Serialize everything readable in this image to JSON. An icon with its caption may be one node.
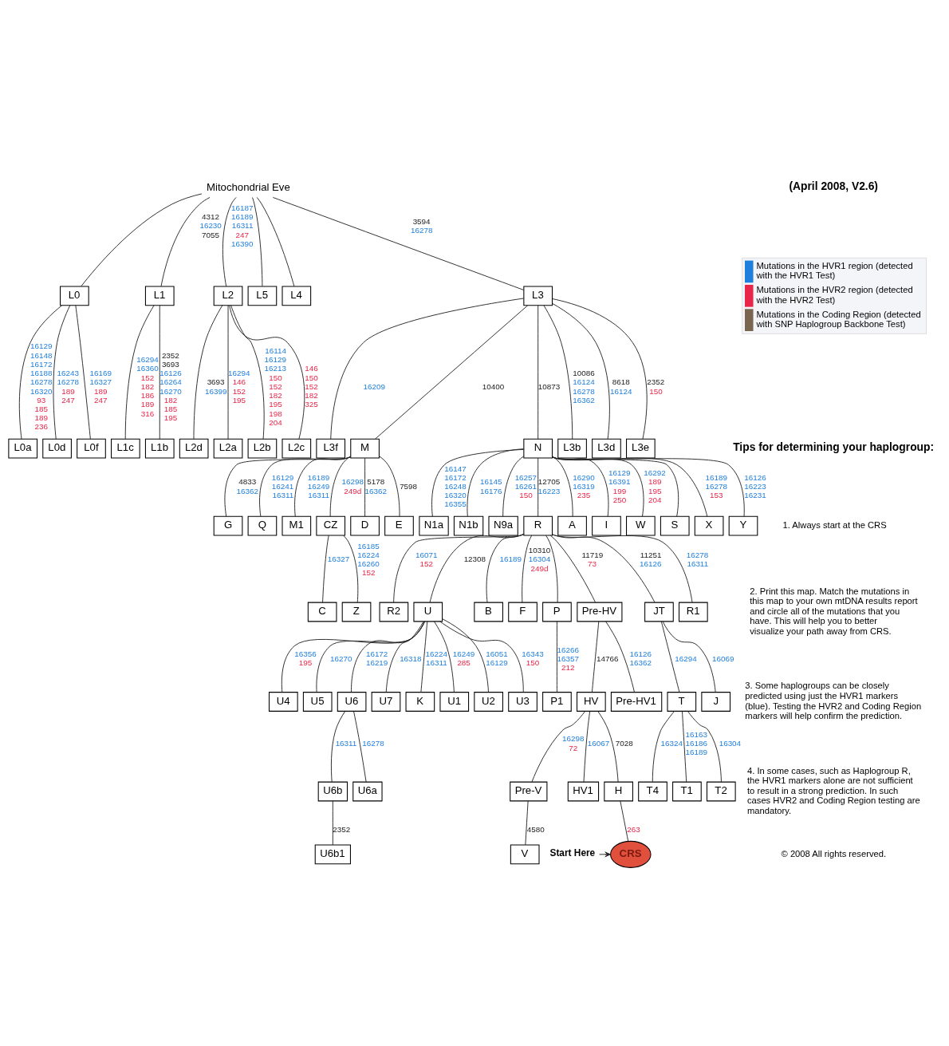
{
  "diagram": {
    "nodes": [
      {
        "text": [
          "Mitochondrial Eve"
        ]
      },
      {
        "text": [
          "L0"
        ]
      },
      {
        "text": [
          "L1"
        ]
      },
      {
        "text": [
          "L2"
        ]
      },
      {
        "text": [
          "L5"
        ]
      },
      {
        "text": [
          "L0a"
        ]
      },
      {
        "text": [
          "L0d"
        ]
      },
      {
        "text": [
          "L0f"
        ]
      },
      {
        "text": [
          "L2a"
        ]
      },
      {
        "text": [
          "L2b"
        ]
      },
      {
        "text": [
          "L2c"
        ]
      },
      {
        "text": [
          "L2d"
        ]
      },
      {
        "text": [
          "L4"
        ]
      },
      {
        "text": [
          "L3"
        ]
      },
      {
        "text": [
          "L1b"
        ]
      },
      {
        "text": [
          "L1c"
        ]
      },
      {
        "text": [
          "L3b"
        ]
      },
      {
        "text": [
          "L3d"
        ]
      },
      {
        "text": [
          "L3e"
        ]
      },
      {
        "text": [
          "L3f"
        ]
      },
      {
        "text": [
          "M1"
        ]
      },
      {
        "text": [
          "M"
        ]
      },
      {
        "text": [
          "N"
        ]
      },
      {
        "text": [
          "CZ"
        ]
      },
      {
        "text": [
          "D"
        ]
      },
      {
        "text": [
          "E"
        ]
      },
      {
        "text": [
          "G"
        ]
      },
      {
        "text": [
          "Q"
        ]
      },
      {
        "text": [
          "A"
        ]
      },
      {
        "text": [
          "I"
        ]
      },
      {
        "text": [
          "W"
        ]
      },
      {
        "text": [
          "S"
        ]
      },
      {
        "text": [
          "X"
        ]
      },
      {
        "text": [
          "Y"
        ]
      },
      {
        "text": [
          "N1a"
        ]
      },
      {
        "text": [
          "N1b"
        ]
      },
      {
        "text": [
          "N9a"
        ]
      },
      {
        "text": [
          "C"
        ]
      },
      {
        "text": [
          "Z"
        ]
      },
      {
        "text": [
          "R"
        ]
      },
      {
        "text": [
          "JT"
        ]
      },
      {
        "text": [
          "R1"
        ]
      },
      {
        "text": [
          "R2"
        ]
      },
      {
        "text": [
          "U"
        ]
      },
      {
        "text": [
          "B"
        ]
      },
      {
        "text": [
          "F"
        ]
      },
      {
        "text": [
          "P"
        ]
      },
      {
        "text": [
          "J"
        ]
      },
      {
        "text": [
          "T"
        ]
      },
      {
        "text": [
          "Pre-HV"
        ]
      },
      {
        "text": [
          "P1"
        ]
      },
      {
        "text": [
          "T1"
        ]
      },
      {
        "text": [
          "T2"
        ]
      },
      {
        "text": [
          "T4"
        ]
      },
      {
        "text": [
          "Pre-HV1"
        ]
      },
      {
        "text": [
          "HV"
        ]
      },
      {
        "text": [
          "HV1"
        ]
      },
      {
        "text": [
          "U1"
        ]
      },
      {
        "text": [
          "U2"
        ]
      },
      {
        "text": [
          "U3"
        ]
      },
      {
        "text": [
          "U4"
        ]
      },
      {
        "text": [
          "U5"
        ]
      },
      {
        "text": [
          "U6"
        ]
      },
      {
        "text": [
          "U7"
        ]
      },
      {
        "text": [
          "K"
        ]
      },
      {
        "text": [
          "H"
        ]
      },
      {
        "text": [
          "Pre-V"
        ]
      },
      {
        "text": [
          "U6a"
        ]
      },
      {
        "text": [
          "U6b"
        ]
      },
      {
        "text": [
          "Start Here"
        ]
      },
      {
        "text": [
          "CRS"
        ]
      },
      {
        "text": [
          "V"
        ]
      },
      {
        "text": [
          "U6b1"
        ]
      }
    ],
    "edges": [
      {
        "from": 0,
        "to": 1,
        "arrow": "none"
      },
      {
        "from": 0,
        "to": 2,
        "arrow": "none",
        "label": "4312 16230 7055"
      },
      {
        "from": 0,
        "to": 3,
        "arrow": "none",
        "label": "16187 16189 16311 247 16390"
      },
      {
        "from": 0,
        "to": 13,
        "arrow": "none",
        "label": "3594 16278"
      },
      {
        "from": 0,
        "to": 12,
        "arrow": "none"
      },
      {
        "from": 0,
        "to": 4,
        "arrow": "none"
      },
      {
        "from": 1,
        "to": 5,
        "arrow": "none",
        "label": "16129 16148 16172 16188 16278 16320 93 185 189 236"
      },
      {
        "from": 1,
        "to": 6,
        "arrow": "none",
        "label": "16243 16278 189 247"
      },
      {
        "from": 1,
        "to": 7,
        "arrow": "none",
        "label": "16169 16327 189 247"
      },
      {
        "from": 2,
        "to": 14,
        "arrow": "none",
        "label": "2352 3693 16126 16264 16270 182 185 195"
      },
      {
        "from": 2,
        "to": 15,
        "arrow": "none",
        "label": "16294 16360 152 182 186 189 316"
      },
      {
        "from": 3,
        "to": 8,
        "arrow": "none",
        "label": "16294 146 152 195"
      },
      {
        "from": 3,
        "to": 9,
        "arrow": "none",
        "label": "16114 16129 16213 150 152 182 195 198 204"
      },
      {
        "from": 3,
        "to": 10,
        "arrow": "none",
        "label": "146 150 152 182 325"
      },
      {
        "from": 3,
        "to": 11,
        "arrow": "none",
        "label": "3693 16399"
      },
      {
        "from": 13,
        "to": 21,
        "arrow": "none",
        "label": "10400"
      },
      {
        "from": 13,
        "to": 16,
        "arrow": "none",
        "label": "10086 16124 16278 16362"
      },
      {
        "from": 13,
        "to": 17,
        "arrow": "none",
        "label": "8618 16124"
      },
      {
        "from": 13,
        "to": 18,
        "arrow": "none",
        "label": "2352 150"
      },
      {
        "from": 13,
        "to": 19,
        "arrow": "none",
        "label": "16209"
      },
      {
        "from": 13,
        "to": 22,
        "arrow": "none",
        "label": "10873"
      },
      {
        "from": 21,
        "to": 20,
        "arrow": "none",
        "label": "16189 16249 16311"
      },
      {
        "from": 21,
        "to": 24,
        "arrow": "none",
        "label": "5178 16362"
      },
      {
        "from": 21,
        "to": 25,
        "arrow": "none",
        "label": "7598"
      },
      {
        "from": 21,
        "to": 26,
        "arrow": "none",
        "label": "4833 16362"
      },
      {
        "from": 21,
        "to": 27,
        "arrow": "none",
        "label": "16129 16241 16311"
      },
      {
        "from": 21,
        "to": 23,
        "arrow": "none",
        "label": "16298 249d"
      },
      {
        "from": 23,
        "to": 37,
        "arrow": "none",
        "label": "16327"
      },
      {
        "from": 23,
        "to": 38,
        "arrow": "none",
        "label": "16185 16224 16260 152"
      },
      {
        "from": 22,
        "to": 28,
        "arrow": "none",
        "label": "16290 16319 235"
      },
      {
        "from": 22,
        "to": 29,
        "arrow": "none",
        "label": "16129 16391 199 250"
      },
      {
        "from": 22,
        "to": 30,
        "arrow": "none",
        "label": "16292 189 195 204"
      },
      {
        "from": 22,
        "to": 31,
        "arrow": "none"
      },
      {
        "from": 22,
        "to": 32,
        "arrow": "none",
        "label": "16189 16278 153"
      },
      {
        "from": 22,
        "to": 33,
        "arrow": "none",
        "label": "16126 16223 16231"
      },
      {
        "from": 22,
        "to": 39,
        "arrow": "none",
        "label": "12705 16223"
      },
      {
        "from": 22,
        "to": 34,
        "arrow": "none",
        "label": "16147 16172 16248 16320 16355"
      },
      {
        "from": 22,
        "to": 35,
        "arrow": "none",
        "label": "16145 16176"
      },
      {
        "from": 22,
        "to": 36,
        "arrow": "none",
        "label": "16257 16261 150"
      },
      {
        "from": 39,
        "to": 41,
        "arrow": "none",
        "label": "16278 16311"
      },
      {
        "from": 39,
        "to": 42,
        "arrow": "none",
        "label": "16071 152"
      },
      {
        "from": 39,
        "to": 43,
        "arrow": "none",
        "label": "12308"
      },
      {
        "from": 39,
        "to": 44,
        "arrow": "none",
        "label": "16189"
      },
      {
        "from": 39,
        "to": 45,
        "arrow": "none",
        "label": "10310 16304 249d"
      },
      {
        "from": 39,
        "to": 46,
        "arrow": "none"
      },
      {
        "from": 39,
        "to": 40,
        "arrow": "none",
        "label": "11251 16126"
      },
      {
        "from": 39,
        "to": 49,
        "arrow": "none",
        "label": "11719 73"
      },
      {
        "from": 46,
        "to": 50,
        "arrow": "none",
        "label": "16266 16357 212"
      },
      {
        "from": 40,
        "to": 47,
        "arrow": "none",
        "label": "16069"
      },
      {
        "from": 40,
        "to": 48,
        "arrow": "none",
        "label": "16294"
      },
      {
        "from": 48,
        "to": 51,
        "arrow": "none",
        "label": "16163 16186 16189"
      },
      {
        "from": 48,
        "to": 52,
        "arrow": "none",
        "label": "16304"
      },
      {
        "from": 48,
        "to": 53,
        "arrow": "none",
        "label": "16324"
      },
      {
        "from": 43,
        "to": 57,
        "arrow": "none",
        "label": "16249 285"
      },
      {
        "from": 43,
        "to": 58,
        "arrow": "none",
        "label": "16051 16129"
      },
      {
        "from": 43,
        "to": 59,
        "arrow": "none",
        "label": "16343 150"
      },
      {
        "from": 43,
        "to": 60,
        "arrow": "none",
        "label": "16356 195"
      },
      {
        "from": 43,
        "to": 61,
        "arrow": "none",
        "label": "16270"
      },
      {
        "from": 43,
        "to": 62,
        "arrow": "none",
        "label": "16172 16219"
      },
      {
        "from": 43,
        "to": 63,
        "arrow": "none",
        "label": "16318"
      },
      {
        "from": 43,
        "to": 64,
        "arrow": "none",
        "label": "16224 16311"
      },
      {
        "from": 62,
        "to": 67,
        "arrow": "none",
        "label": "16278"
      },
      {
        "from": 62,
        "to": 68,
        "arrow": "none",
        "label": "16311"
      },
      {
        "from": 68,
        "to": 72,
        "arrow": "none",
        "label": "2352"
      },
      {
        "from": 49,
        "to": 54,
        "arrow": "none",
        "label": "16126 16362"
      },
      {
        "from": 49,
        "to": 55,
        "arrow": "none",
        "label": "14766"
      },
      {
        "from": 55,
        "to": 56,
        "arrow": "none",
        "label": "16067"
      },
      {
        "from": 55,
        "to": 65,
        "arrow": "none",
        "label": "7028"
      },
      {
        "from": 55,
        "to": 66,
        "arrow": "none",
        "label": "16298 72"
      },
      {
        "from": 65,
        "to": 70,
        "arrow": "none",
        "label": "263"
      },
      {
        "from": 66,
        "to": 71,
        "arrow": "none",
        "label": "4580"
      },
      {
        "from": 69,
        "to": 70,
        "arrow": "to"
      }
    ],
    "labels": [
      "(April 2008, V2.6)",
      "Tips for determining your haplogroup:",
      "1. Always start at the CRS",
      "2. Print this map. Match the mutations in this map to your own mtDNA results report and circle all of the mutations that you have. This will help you to better visualize your path away from CRS.",
      "3. Some haplogroups can be closely predicted using just the HVR1 markers (blue). Testing the HVR2 and Coding Region markers will help confirm the prediction.",
      "4. In some cases, such as Haplogroup R, the HVR1 markers alone are not sufficient to result in a strong prediction. In such cases HVR2 and Coding Region testing are mandatory.",
      "© 2008 All rights reserved."
    ],
    "legend": [
      {
        "text": "Mutations in the HVR1 region (detected with the HVR1 Test)",
        "color": "#1f7fdc"
      },
      {
        "text": "Mutations in the HVR2 region (detected with the HVR2 Test)",
        "color": "#e8264a"
      },
      {
        "text": "Mutations in the Coding Region (detected with SNP Haplogroup Backbone Test)",
        "color": "#7a6650"
      }
    ]
  }
}
